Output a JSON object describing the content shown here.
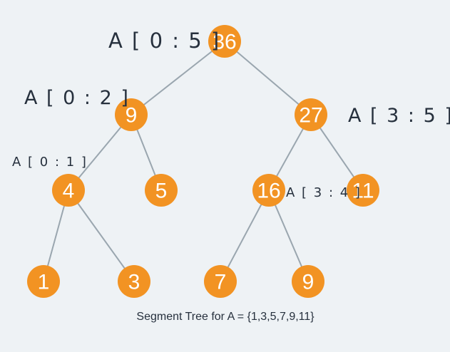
{
  "tree": {
    "nodes": [
      {
        "id": "n0",
        "value": "36"
      },
      {
        "id": "n1",
        "value": "9"
      },
      {
        "id": "n2",
        "value": "27"
      },
      {
        "id": "n3",
        "value": "4"
      },
      {
        "id": "n4",
        "value": "5"
      },
      {
        "id": "n5",
        "value": "16"
      },
      {
        "id": "n6",
        "value": "11"
      },
      {
        "id": "n7",
        "value": "1"
      },
      {
        "id": "n8",
        "value": "3"
      },
      {
        "id": "n9",
        "value": "7"
      },
      {
        "id": "n10",
        "value": "9"
      }
    ],
    "edges": [
      [
        "n0",
        "n1"
      ],
      [
        "n0",
        "n2"
      ],
      [
        "n1",
        "n3"
      ],
      [
        "n1",
        "n4"
      ],
      [
        "n2",
        "n5"
      ],
      [
        "n2",
        "n6"
      ],
      [
        "n3",
        "n7"
      ],
      [
        "n3",
        "n8"
      ],
      [
        "n5",
        "n9"
      ],
      [
        "n5",
        "n10"
      ]
    ]
  },
  "range_labels": {
    "a05": "A [ 0 : 5 ]",
    "a02": "A [ 0 : 2 ]",
    "a35": "A [ 3 : 5 ]",
    "a01": "A [ 0 : 1 ]",
    "a34": "A [ 3 : 4 ]"
  },
  "caption": "Segment Tree for A = {1,3,5,7,9,11}",
  "colors": {
    "node": "#f29323",
    "edge": "#9aa6af",
    "text": "#26303d",
    "background": "#eef2f5"
  }
}
